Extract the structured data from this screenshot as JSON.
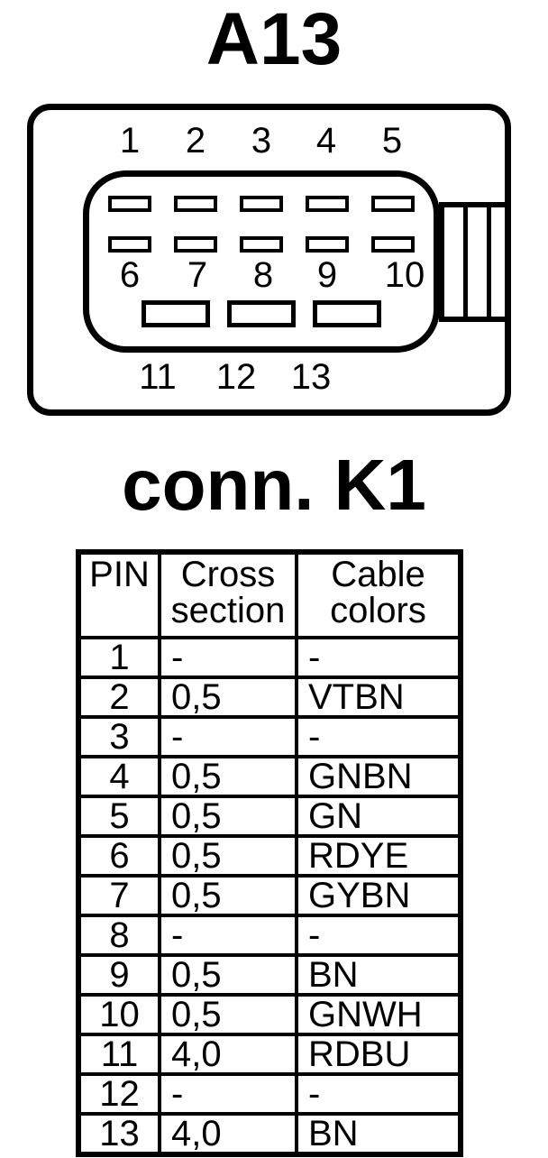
{
  "header": {
    "title": "A13"
  },
  "subtitle": {
    "label": "conn. K1"
  },
  "connector": {
    "pin_labels_top": [
      "1",
      "2",
      "3",
      "4",
      "5"
    ],
    "pin_labels_middle": [
      "6",
      "7",
      "8",
      "9",
      "10"
    ],
    "pin_labels_bottom": [
      "11",
      "12",
      "13"
    ]
  },
  "table": {
    "headers": [
      "PIN",
      "Cross section",
      "Cable colors"
    ],
    "rows": [
      {
        "pin": "1",
        "cross_section": "-",
        "cable_color": "-"
      },
      {
        "pin": "2",
        "cross_section": "0,5",
        "cable_color": "VTBN"
      },
      {
        "pin": "3",
        "cross_section": "-",
        "cable_color": "-"
      },
      {
        "pin": "4",
        "cross_section": "0,5",
        "cable_color": "GNBN"
      },
      {
        "pin": "5",
        "cross_section": "0,5",
        "cable_color": "GN"
      },
      {
        "pin": "6",
        "cross_section": "0,5",
        "cable_color": "RDYE"
      },
      {
        "pin": "7",
        "cross_section": "0,5",
        "cable_color": "GYBN"
      },
      {
        "pin": "8",
        "cross_section": "-",
        "cable_color": "-"
      },
      {
        "pin": "9",
        "cross_section": "0,5",
        "cable_color": "BN"
      },
      {
        "pin": "10",
        "cross_section": "0,5",
        "cable_color": "GNWH"
      },
      {
        "pin": "11",
        "cross_section": "4,0",
        "cable_color": "RDBU"
      },
      {
        "pin": "12",
        "cross_section": "-",
        "cable_color": "-"
      },
      {
        "pin": "13",
        "cross_section": "4,0",
        "cable_color": "BN"
      }
    ]
  },
  "colors": {
    "ink": "#000000",
    "background": "#ffffff"
  }
}
